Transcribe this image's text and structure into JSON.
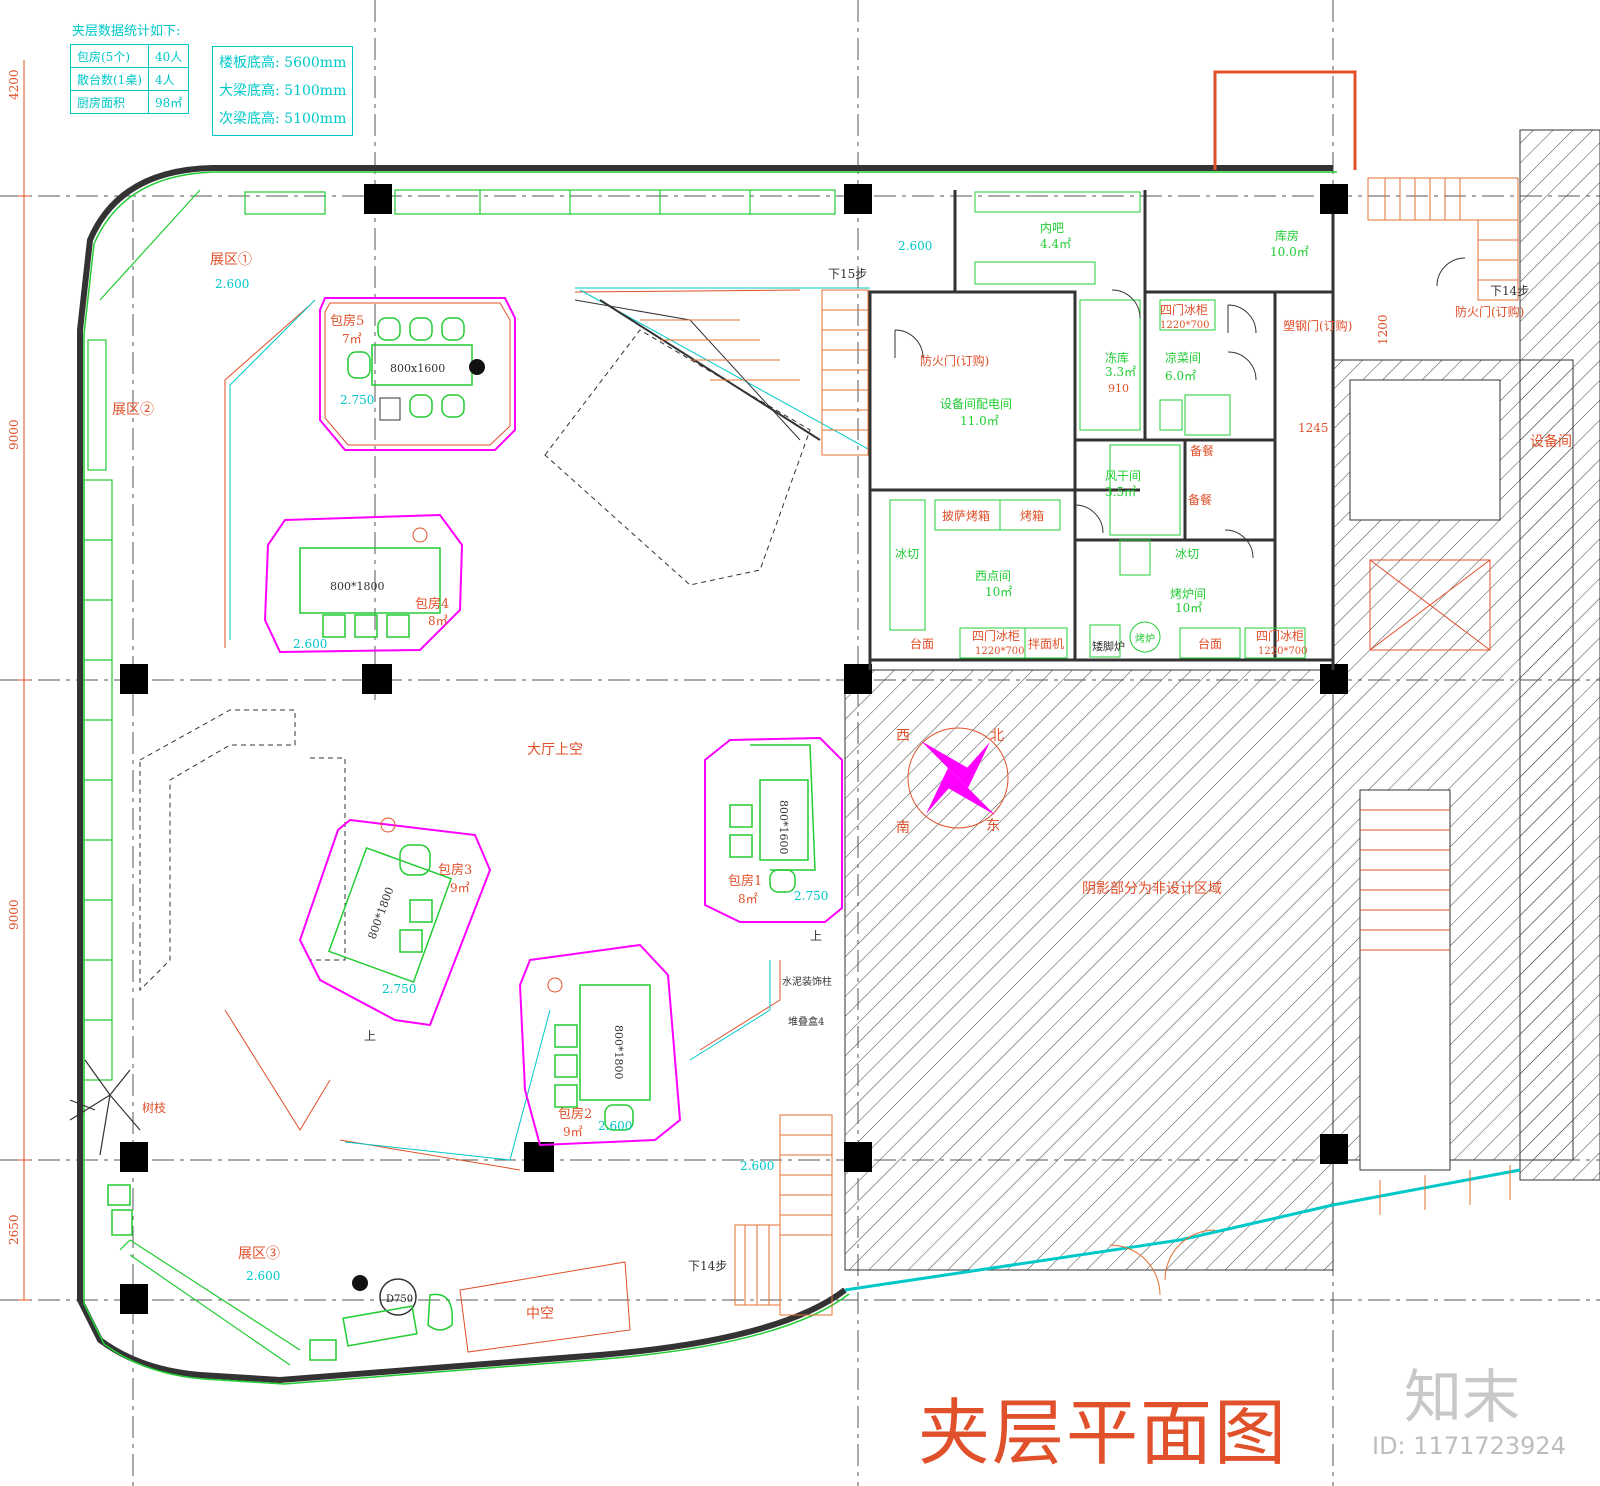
{
  "title": "夹层平面图",
  "stats": {
    "heading": "夹层数据统计如下:",
    "rows": [
      {
        "label": "包房(5个)",
        "value": "40人"
      },
      {
        "label": "散台数(1桌)",
        "value": "4人"
      },
      {
        "label": "厨房面积",
        "value": "98㎡"
      }
    ],
    "heights": [
      "楼板底高: 5600mm",
      "大梁底高: 5100mm",
      "次梁底高: 5100mm"
    ]
  },
  "dimensions": {
    "d1": "4200",
    "d2": "9000",
    "d3": "9000",
    "d4": "2650",
    "d5": "1200",
    "d6": "1245",
    "d7": "910"
  },
  "zones": {
    "exhibit1": "展区①",
    "exhibit2": "展区②",
    "exhibit3": "展区③",
    "hall": "大厅上空",
    "void": "中空",
    "shaded_note": "阴影部分为非设计区域",
    "equipment": "设备间",
    "branch": "树枝",
    "table_d750": "D750"
  },
  "levels": {
    "l2600": "2.600",
    "l2750": "2.750"
  },
  "stairs": {
    "down15": "下15步",
    "down14a": "下14步",
    "down14b": "下14步",
    "up": "上"
  },
  "rooms": {
    "r5": {
      "name": "包房5",
      "area": "7㎡",
      "table": "800x1600"
    },
    "r4": {
      "name": "包房4",
      "area": "8㎡",
      "table": "800*1800"
    },
    "r3": {
      "name": "包房3",
      "area": "9㎡",
      "table": "800*1800"
    },
    "r2": {
      "name": "包房2",
      "area": "9㎡",
      "table": "800*1800"
    },
    "r1": {
      "name": "包房1",
      "area": "8㎡",
      "table": "800*1600"
    }
  },
  "kitchen": {
    "bar": "内吧",
    "bar_area": "4.4㎡",
    "store": "库房",
    "store_area": "10.0㎡",
    "firedoor": "防火门(订购)",
    "firedoor2": "防火门(订购)",
    "elec": "设备间配电间",
    "elec_area": "11.0㎡",
    "freezer": "冻库",
    "freezer_area": "3.3㎡",
    "cold": "凉菜间",
    "cold_area": "6.0㎡",
    "fridge4": "四门冰柜",
    "fridge_size": "1220*700",
    "steeldoor": "塑钢门(订购)",
    "prep": "备餐",
    "prep2": "备餐",
    "dry": "风干间",
    "dry_area": "3.5㎡",
    "pizza": "披萨烤箱",
    "oven": "烤箱",
    "icecut": "冰切",
    "icecut2": "冰切",
    "western": "西点间",
    "western_area": "10㎡",
    "grill": "烤炉间",
    "grill_area": "10㎡",
    "counter": "台面",
    "mixer": "拌面机",
    "stove": "矮脚炉",
    "grill_stove": "烤炉",
    "counter2": "台面",
    "cement": "水泥装饰柱",
    "stack": "堆叠盒4"
  },
  "compass": {
    "n": "北",
    "s": "南",
    "e": "东",
    "w": "西"
  },
  "watermark": {
    "logo": "知末",
    "id": "ID: 1171723924"
  },
  "colors": {
    "wall_red": "#e0502a",
    "cyan": "#00c8c8",
    "green": "#22cc33",
    "magenta": "#ff00ff",
    "orange": "#e07030",
    "black": "#000000",
    "grid": "#555555"
  }
}
